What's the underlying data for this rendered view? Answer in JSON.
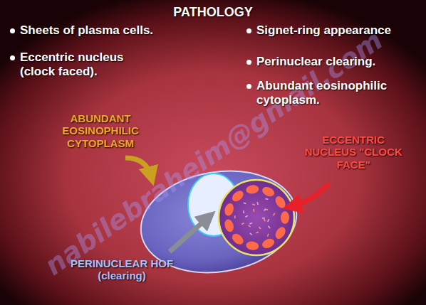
{
  "diagram": {
    "title": "PATHOLOGY",
    "labels": [
      "Sheets of plasma cells.",
      "Eccentric nucleus (clock faced).",
      "Signet-ring appearance",
      "Perinuclear clearing.",
      "Abundant eosinophilic cytoplasm.",
      "ABUNDANT EOSINOPHILIC CYTOPLASM",
      "ECCENTRIC NUCLEUS \"CLOCK FACE\"",
      "PERINUCLEAR HOF (clearing)",
      "nabilebraheim@gmail.com"
    ]
  }
}
